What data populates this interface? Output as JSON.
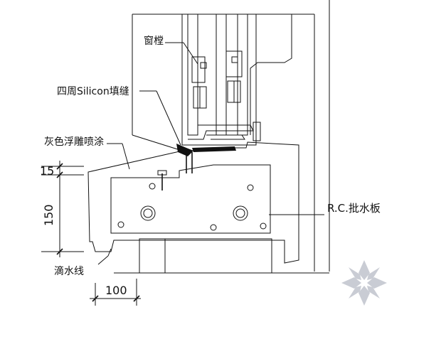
{
  "labels": {
    "window_frame": "窗樘",
    "silicon_seal": "四周Silicon填缝",
    "gray_spray": "灰色浮雕喷涂",
    "rc_sill": "R.C.批水板",
    "drip_line": "滴水线"
  },
  "dimensions": {
    "top_offset": "15",
    "sill_height": "150",
    "drip_width": "100"
  },
  "colors": {
    "line": "#111111",
    "background": "#ffffff",
    "watermark": "#c9ccd4"
  }
}
